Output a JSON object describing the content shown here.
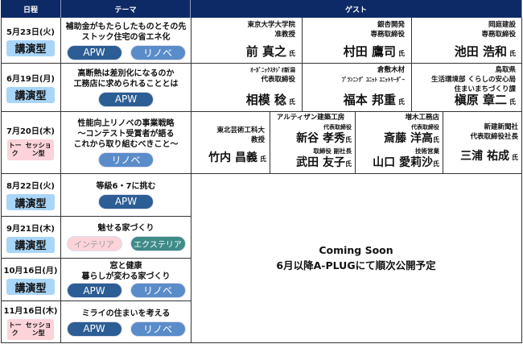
{
  "header": {
    "date": "日程",
    "theme": "テーマ",
    "guest": "ゲスト"
  },
  "tags": {
    "apw": "APW",
    "reno": "リノベ",
    "interior": "インテリア",
    "exterior": "エクステリア"
  },
  "types": {
    "lecture": "講演型",
    "talk1": "トーク",
    "talk2": "セッション型"
  },
  "honorific": "氏",
  "rows": [
    {
      "date": "5月23日(火)",
      "theme": [
        "補助金がもたらしたものとその先",
        "ストック住宅の省エネ化"
      ]
    },
    {
      "date": "6月19日(月)",
      "theme": [
        "高断熱は差別化になるのか",
        "工務店に求められることとは"
      ]
    },
    {
      "date": "7月20日(木)",
      "theme": [
        "性能向上リノベの事業戦略",
        "～コンテスト受賞者が語る",
        "これから取り組むべきこと～"
      ]
    },
    {
      "date": "8月22日(火)",
      "theme": [
        "等級6・7に挑む"
      ]
    },
    {
      "date": "9月21日(木)",
      "theme": [
        "魅せる家づくり"
      ]
    },
    {
      "date": "10月16日(月)",
      "theme": [
        "窓と健康",
        "暮らしが変わる家づくり"
      ]
    },
    {
      "date": "11月16日(木)",
      "theme": [
        "ミライの住まいを考える"
      ]
    }
  ],
  "guests": {
    "r1": [
      {
        "org": [
          "東京大学大学院",
          "准教授"
        ],
        "name": "前 真之"
      },
      {
        "org": [
          "銀杏開発",
          "専務取締役"
        ],
        "name": "村田 鷹司"
      },
      {
        "org": [
          "岡庭建設",
          "専務取締役"
        ],
        "name": "池田 浩和"
      }
    ],
    "r2": [
      {
        "org": [
          "ｵｰｶﾞﾆｯｸｽﾀｼﾞｵ新潟",
          "代表取締役"
        ],
        "name": "相模 稔"
      },
      {
        "org": [
          "倉敷木材",
          "ﾌﾟﾗﾝﾆﾝｸﾞ ﾕﾆｯﾄ ﾕﾆｯﾄﾘｰﾀﾞｰ"
        ],
        "name": "福本 邦重"
      },
      {
        "org": [
          "鳥取県",
          "生活環境部 くらしの安心局",
          "住まいまちづくり課"
        ],
        "name": "槇原 章二"
      }
    ],
    "r3": [
      {
        "org": [
          "東北芸術工科大",
          "教授"
        ],
        "name": "竹内 昌義"
      },
      {
        "org": "アルティザン建築工房",
        "role1": "代表取締役",
        "name1": "新谷 孝秀",
        "role2": "取締役 副社長",
        "name2": "武田 友子"
      },
      {
        "org": "増木工務店",
        "role1": "代表取締役",
        "name1": "斎藤 洋高",
        "role2": "技術営業",
        "name2": "山口 愛莉沙"
      },
      {
        "org": [
          "新建新聞社",
          "代表取締役社長"
        ],
        "name": "三浦 祐成"
      }
    ]
  },
  "coming_soon": {
    "title": "Coming Soon",
    "subtitle": "6月以降A-PLUGにて順次公開予定"
  }
}
